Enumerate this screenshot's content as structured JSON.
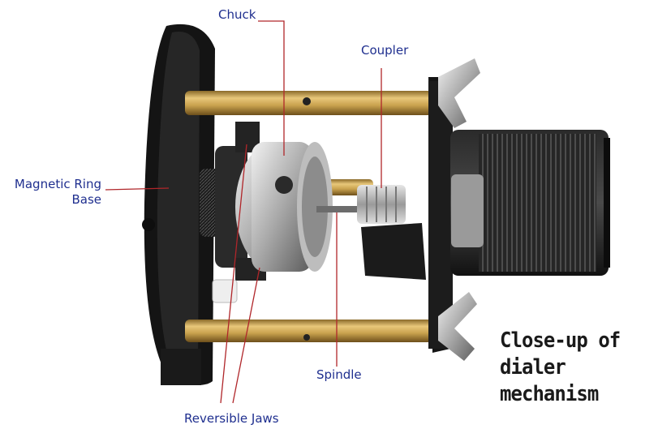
{
  "labels": {
    "chuck": "Chuck",
    "coupler": "Coupler",
    "magnetic_ring_base_line1": "Magnetic Ring",
    "magnetic_ring_base_line2": "Base",
    "spindle": "Spindle",
    "reversible_jaws": "Reversible Jaws"
  },
  "caption": {
    "line1": "Close-up of dialer",
    "line2": "mechanism"
  },
  "colors": {
    "label_text": "#1f2f8f",
    "leader_line": "#b0262a",
    "brass_rod": "#c9a24e",
    "black_plate": "#151515",
    "aluminum": "#c8c8c8"
  }
}
